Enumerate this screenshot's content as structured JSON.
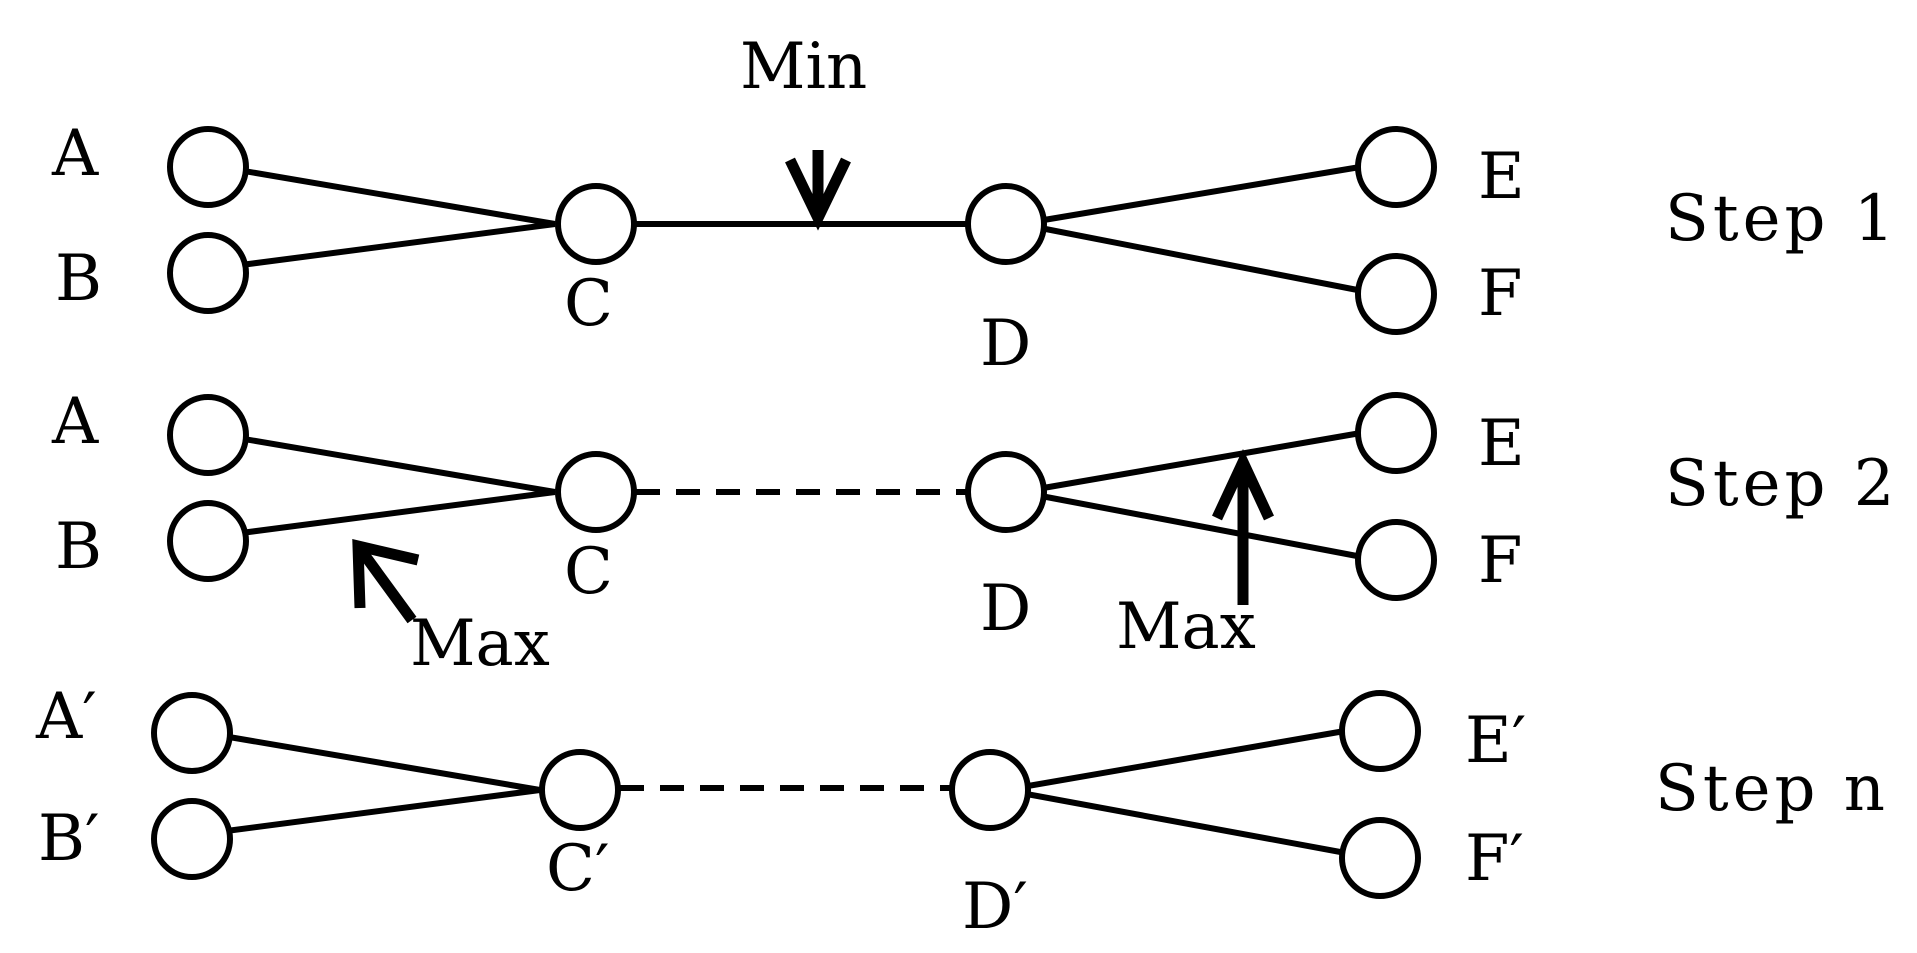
{
  "rows": [
    {
      "step": "Step 1",
      "nodes": {
        "a": "A",
        "b": "B",
        "c": "C",
        "d": "D",
        "e": "E",
        "f": "F"
      },
      "cd_link": "solid",
      "annotations": [
        "Min"
      ]
    },
    {
      "step": "Step 2",
      "nodes": {
        "a": "A",
        "b": "B",
        "c": "C",
        "d": "D",
        "e": "E",
        "f": "F"
      },
      "cd_link": "dashed",
      "annotations": [
        "Max",
        "Max"
      ]
    },
    {
      "step": "Step n",
      "nodes": {
        "a": "A′",
        "b": "B′",
        "c": "C′",
        "d": "D′",
        "e": "E′",
        "f": "F′"
      },
      "cd_link": "dashed",
      "annotations": []
    }
  ]
}
